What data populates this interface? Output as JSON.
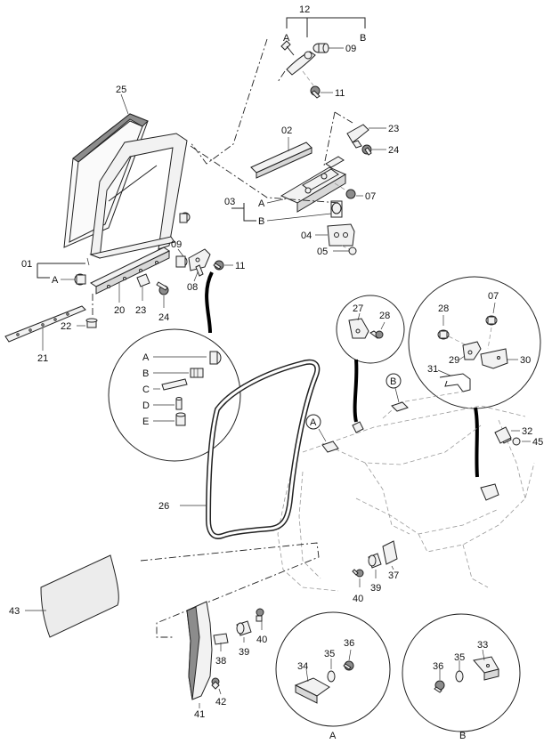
{
  "labels": {
    "12": "12",
    "A_top": "A",
    "B_top": "B",
    "09_top": "09",
    "11_top": "11",
    "25": "25",
    "02": "02",
    "23_top": "23",
    "24_top": "24",
    "03": "03",
    "A_03": "A",
    "B_03": "B",
    "07_top": "07",
    "04": "04",
    "05": "05",
    "09_mid": "09",
    "11_mid": "11",
    "08": "08",
    "01": "01",
    "A_01": "A",
    "20": "20",
    "23_mid": "23",
    "24_mid": "24",
    "22": "22",
    "21": "21",
    "A_key": "A",
    "B_key": "B",
    "C_key": "C",
    "D_key": "D",
    "E_key": "E",
    "27": "27",
    "28_left": "28",
    "28_right": "28",
    "07_right": "07",
    "29": "29",
    "30": "30",
    "31": "31",
    "32": "32",
    "45": "45",
    "B_callout": "B",
    "A_callout": "A",
    "26": "26",
    "43": "43",
    "37": "37",
    "39_mid": "39",
    "40_mid": "40",
    "38": "38",
    "39_low": "39",
    "40_low": "40",
    "41": "41",
    "42": "42",
    "34": "34",
    "35_A": "35",
    "36_A": "36",
    "36_B": "36",
    "35_B": "35",
    "33": "33",
    "A_detail": "A",
    "B_detail": "B"
  }
}
